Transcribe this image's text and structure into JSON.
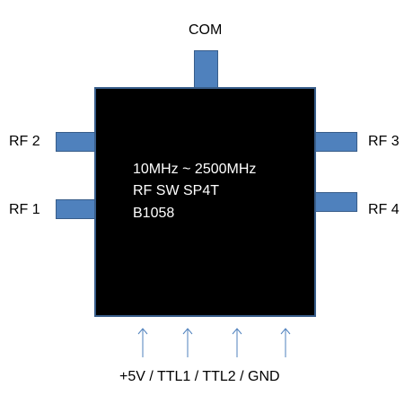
{
  "pins": {
    "com": "COM",
    "rf1": "RF 1",
    "rf2": "RF 2",
    "rf3": "RF 3",
    "rf4": "RF 4"
  },
  "chip": {
    "line1": "10MHz ~ 2500MHz",
    "line2": "RF SW SP4T",
    "line3": "B1058"
  },
  "control_label": "+5V / TTL1 / TTL2 / GND",
  "colors": {
    "chip_body": "#000000",
    "chip_border": "#385d8a",
    "pin_fill": "#4f81bd",
    "arrow": "#4f81bd"
  }
}
